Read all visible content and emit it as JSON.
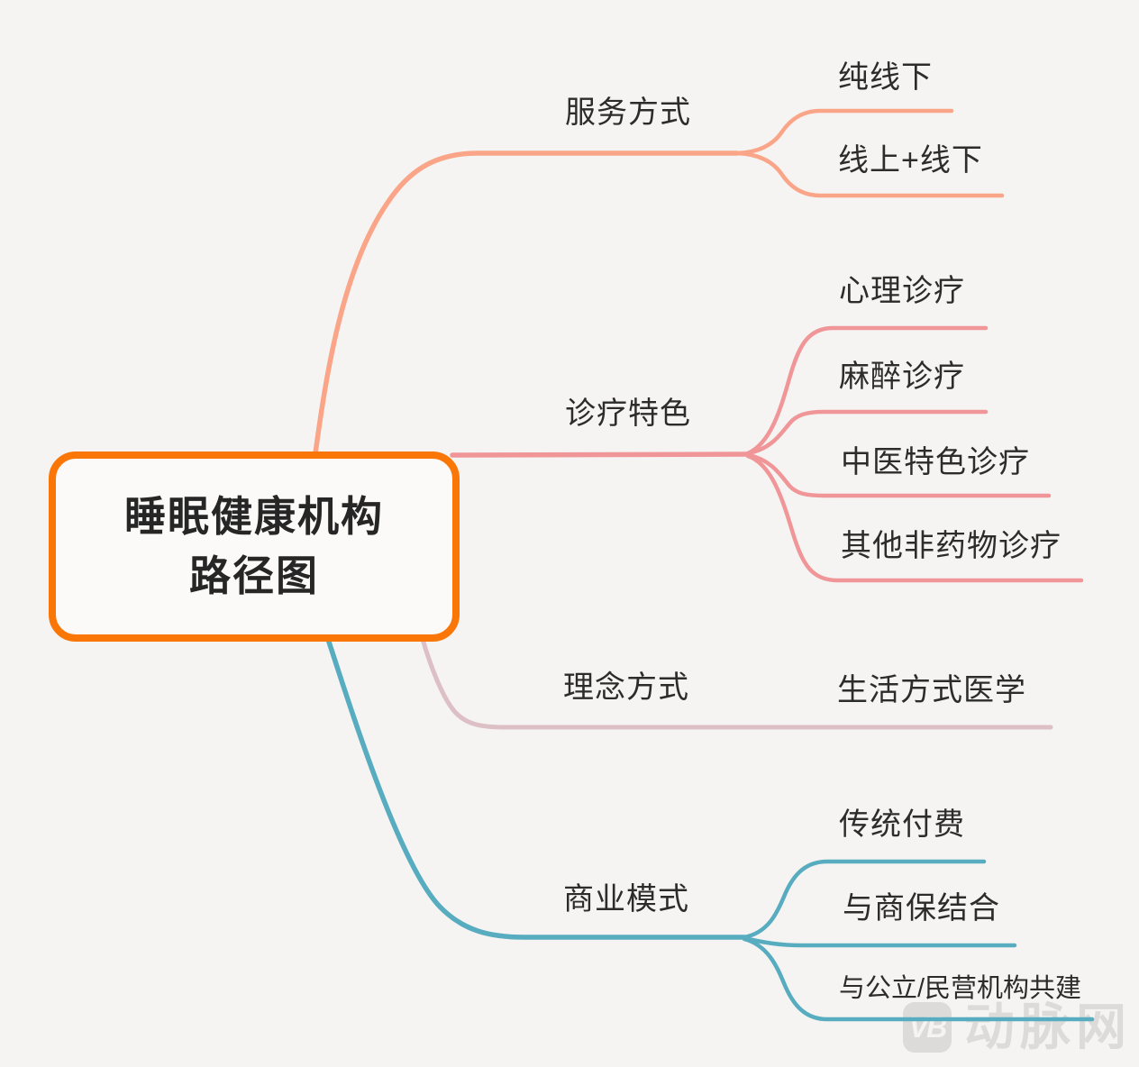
{
  "root_node": {
    "line1": "睡眠健康机构",
    "line2": "路径图"
  },
  "branches": [
    {
      "label": "服务方式",
      "color": "#FAA588",
      "children": [
        {
          "label": "纯线下"
        },
        {
          "label": "线上+线下"
        }
      ]
    },
    {
      "label": "诊疗特色",
      "color": "#F09698",
      "children": [
        {
          "label": "心理诊疗"
        },
        {
          "label": "麻醉诊疗"
        },
        {
          "label": "中医特色诊疗"
        },
        {
          "label": "其他非药物诊疗"
        }
      ]
    },
    {
      "label": "理念方式",
      "color": "#DCC0C5",
      "children": [
        {
          "label": "生活方式医学"
        }
      ]
    },
    {
      "label": "商业模式",
      "color": "#58ACBF",
      "children": [
        {
          "label": "传统付费"
        },
        {
          "label": "与商保结合"
        },
        {
          "label": "与公立/民营机构共建"
        }
      ]
    }
  ],
  "watermark": {
    "badge": "VB",
    "text": "动脉网"
  },
  "colors": {
    "background": "#F5F4F2",
    "root_border": "#F97607",
    "root_fill": "#FBFAF8",
    "text": "#2C2C2C",
    "watermark": "#DCDBD9"
  }
}
